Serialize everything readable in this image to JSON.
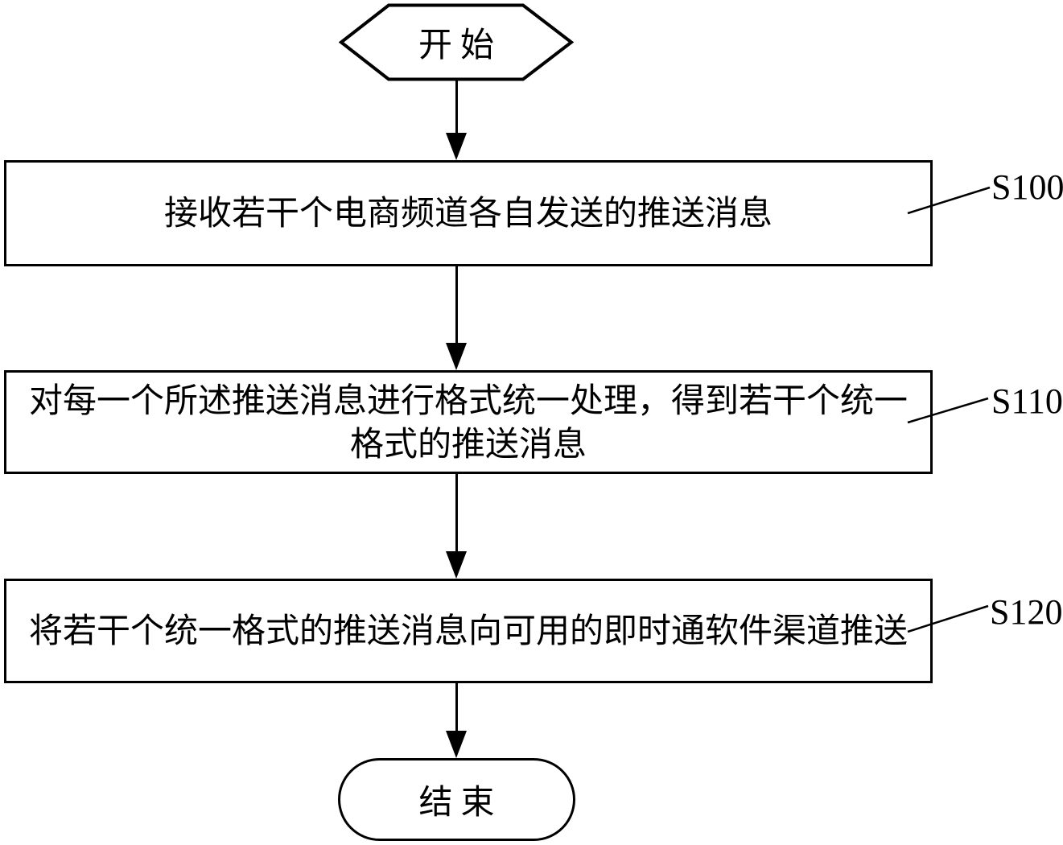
{
  "figure": {
    "start_label": "开始",
    "end_label": "结束",
    "steps": [
      {
        "id": "S100",
        "text": "接收若干个电商频道各自发送的推送消息"
      },
      {
        "id": "S110",
        "text": "对每一个所述推送消息进行格式统一处理，得到若干个统一格式的推送消息"
      },
      {
        "id": "S120",
        "text": "将若干个统一格式的推送消息向可用的即时通软件渠道推送"
      }
    ],
    "colors": {
      "stroke": "#000000",
      "background": "#ffffff",
      "text": "#000000"
    }
  }
}
